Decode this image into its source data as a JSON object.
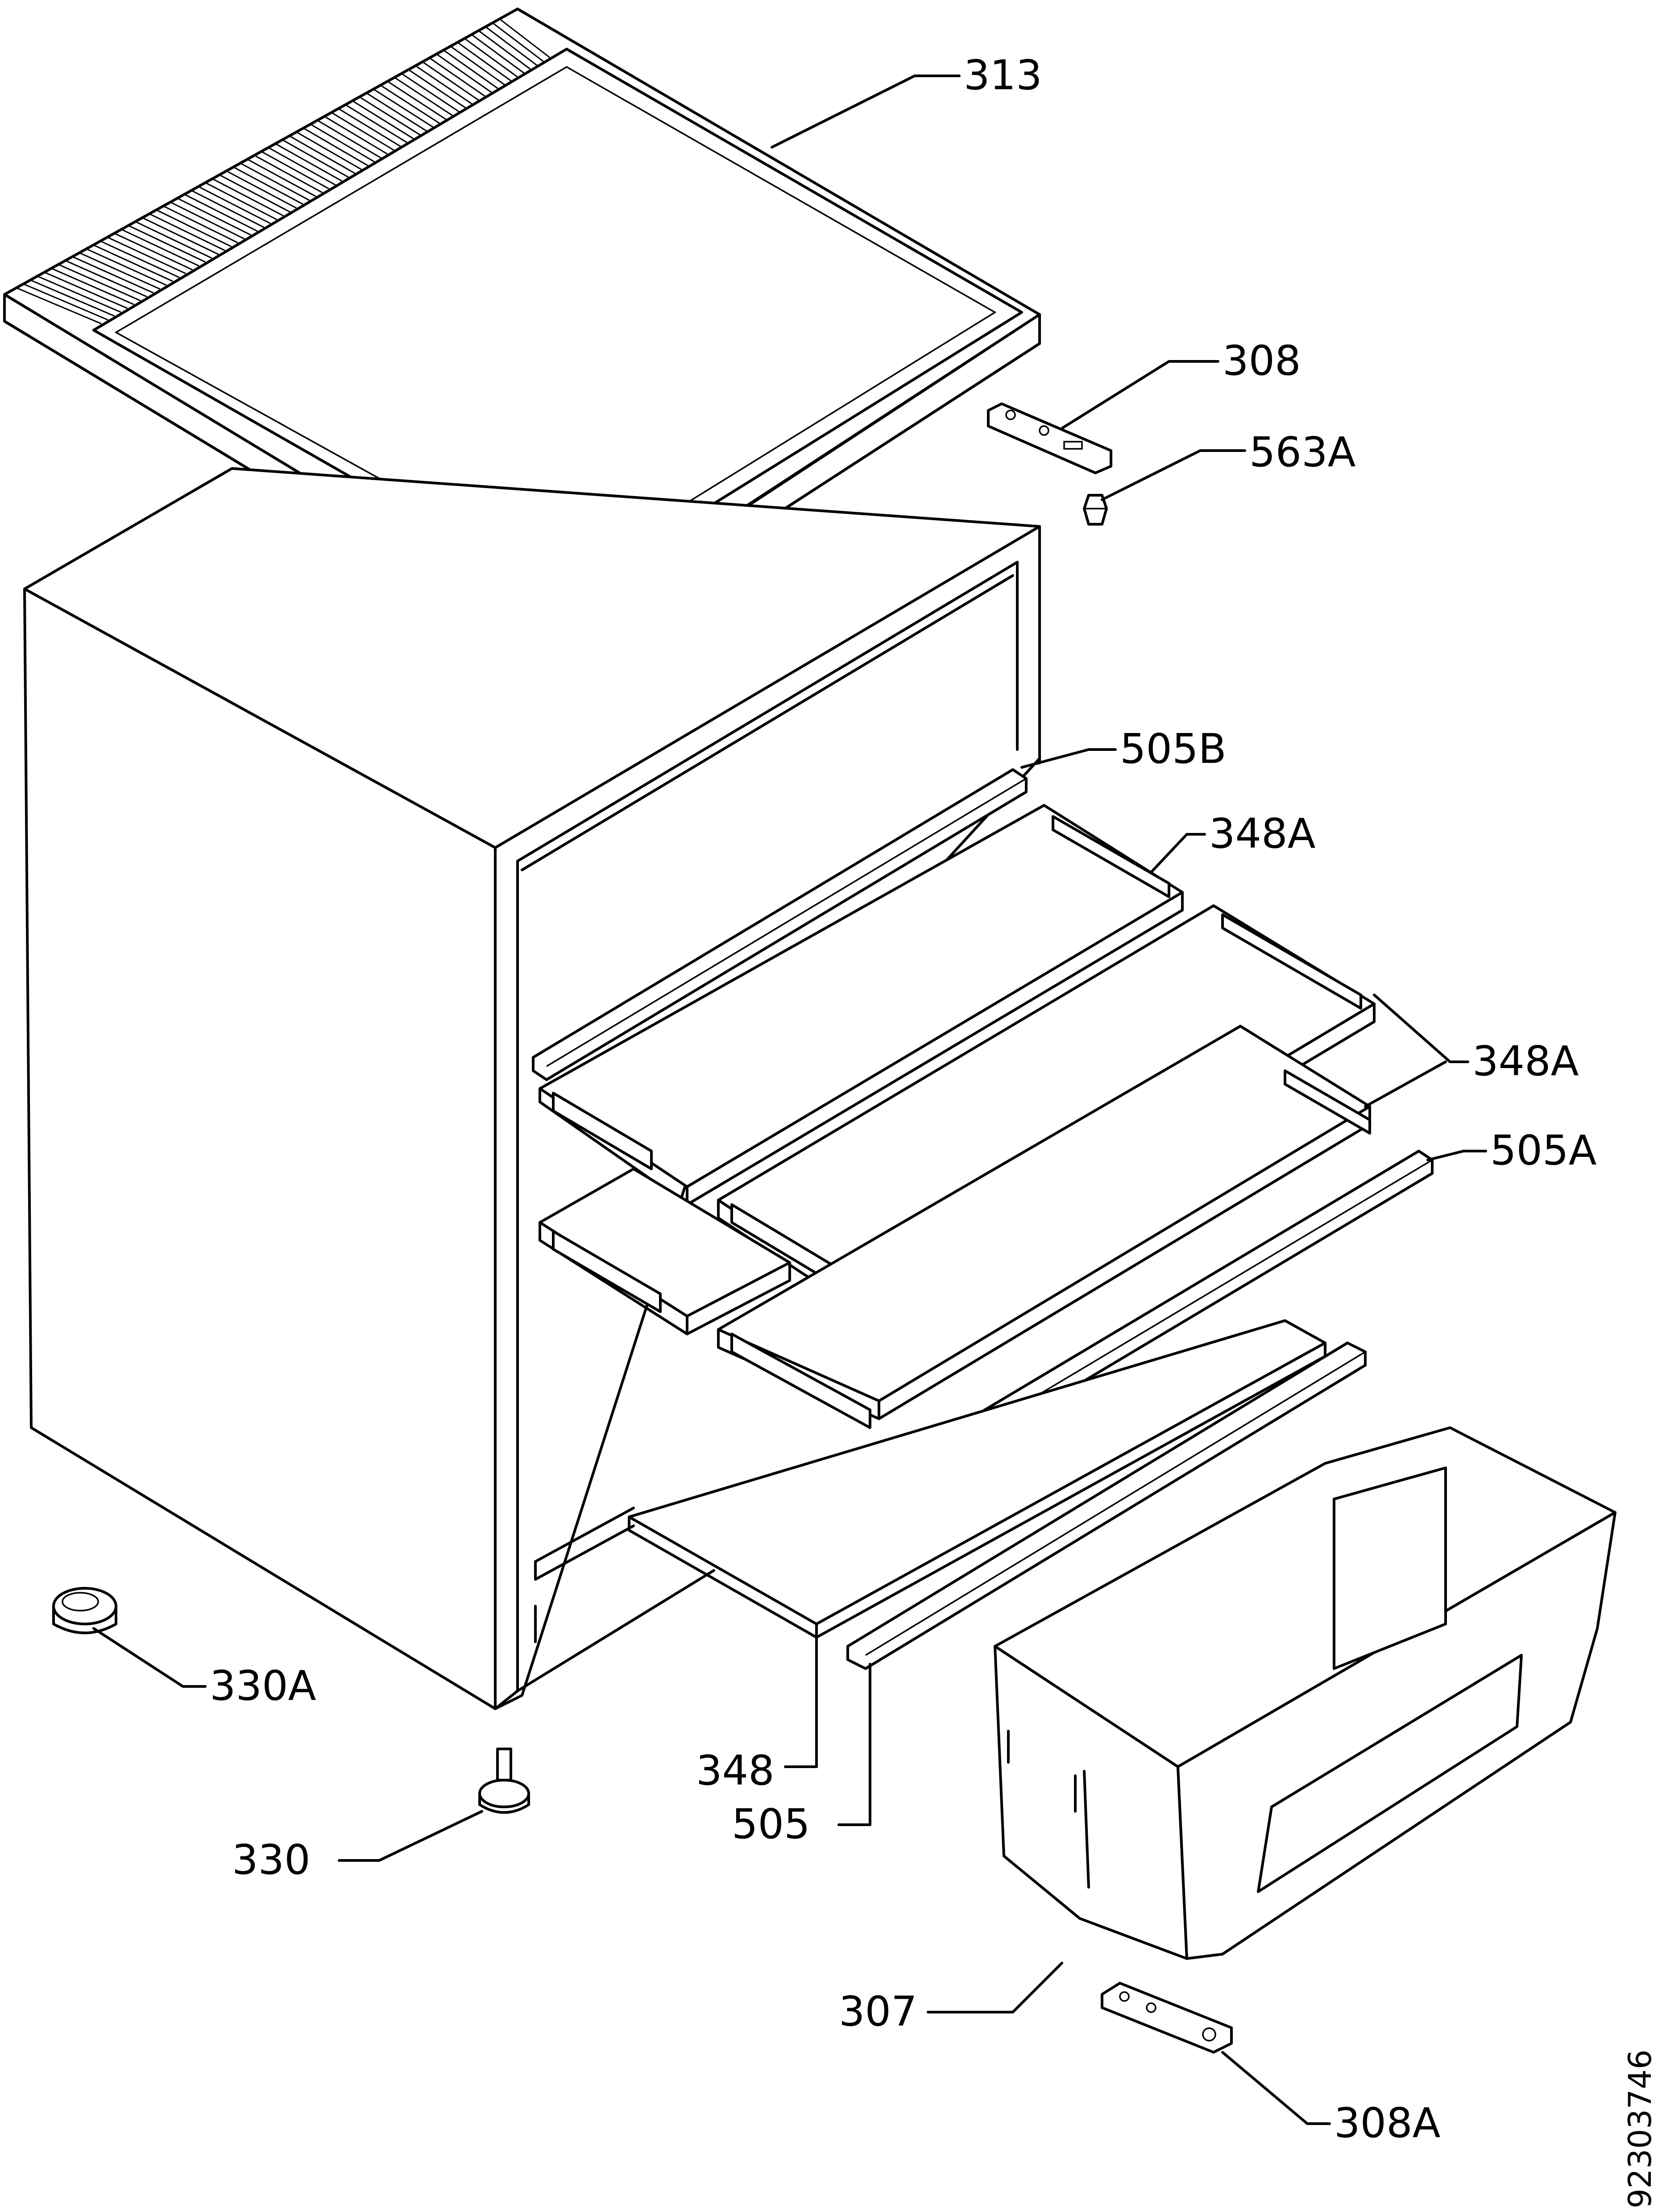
{
  "labels": {
    "top_cover": "313",
    "upper_hinge": "308",
    "hinge_pin": "563A",
    "shelf_rail_upper": "505B",
    "shelf_upper": "348A",
    "shelf_middle": "348A",
    "shelf_rail_middle": "505A",
    "shelf_bottom": "348",
    "shelf_rail_bottom": "505",
    "foot_cap": "330A",
    "foot": "330",
    "crisper_drawer": "307",
    "lower_hinge": "308A"
  },
  "drawing_number": "92303746"
}
